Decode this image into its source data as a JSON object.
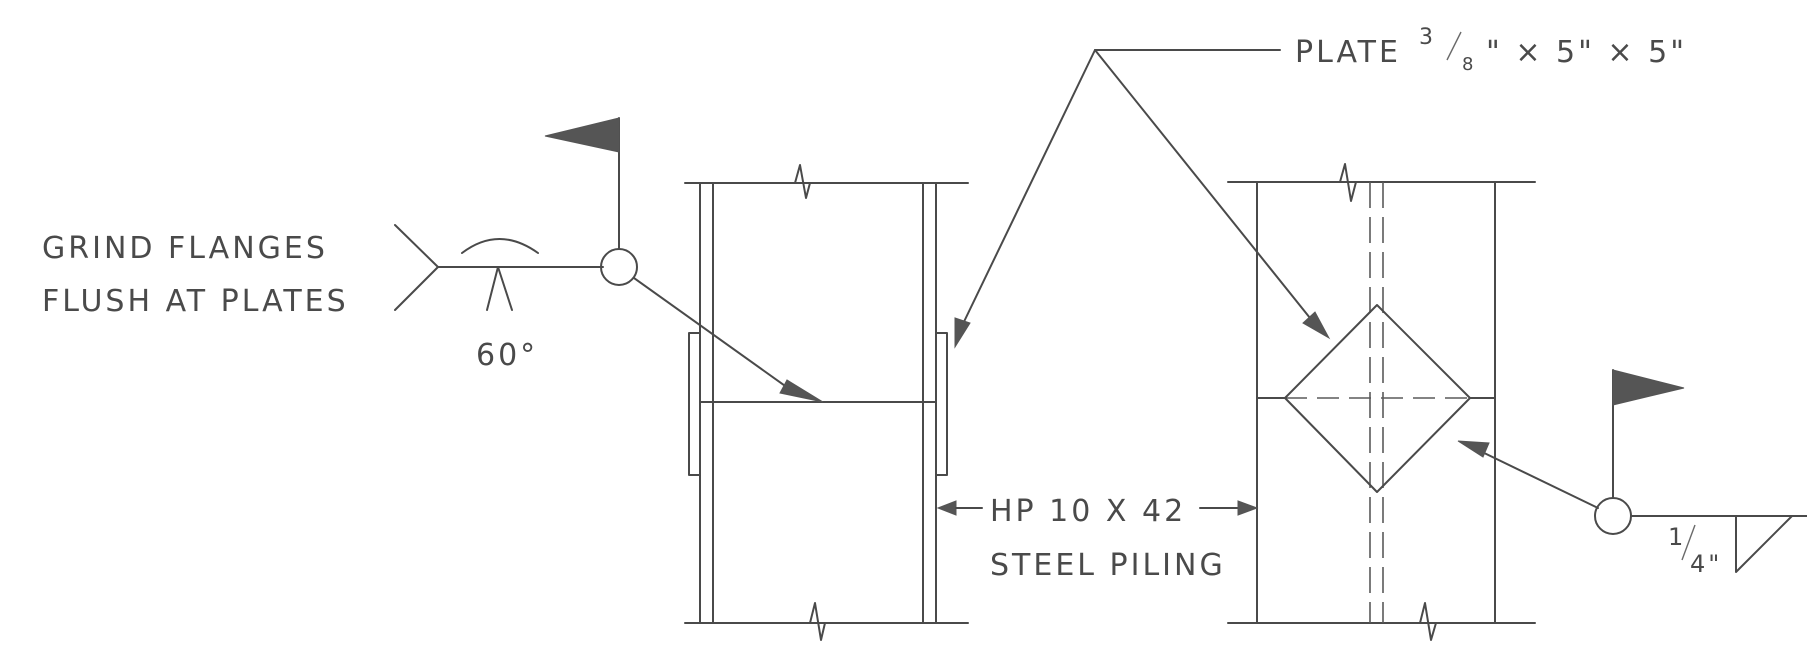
{
  "notes": {
    "grind_line1": "GRIND FLANGES",
    "grind_line2": "FLUSH AT PLATES",
    "angle": "60°",
    "plate_label": "PLATE",
    "plate_thickness_num": "3",
    "plate_thickness_den": "8",
    "plate_dims": "\" × 5\" × 5\"",
    "pile_line1": "HP 10 X 42",
    "pile_line2": "STEEL PILING",
    "weld_size_num": "1",
    "weld_size_den": "4\""
  },
  "colors": {
    "linework": "#4a4a4a",
    "fill": "#555555",
    "background": "#ffffff"
  }
}
